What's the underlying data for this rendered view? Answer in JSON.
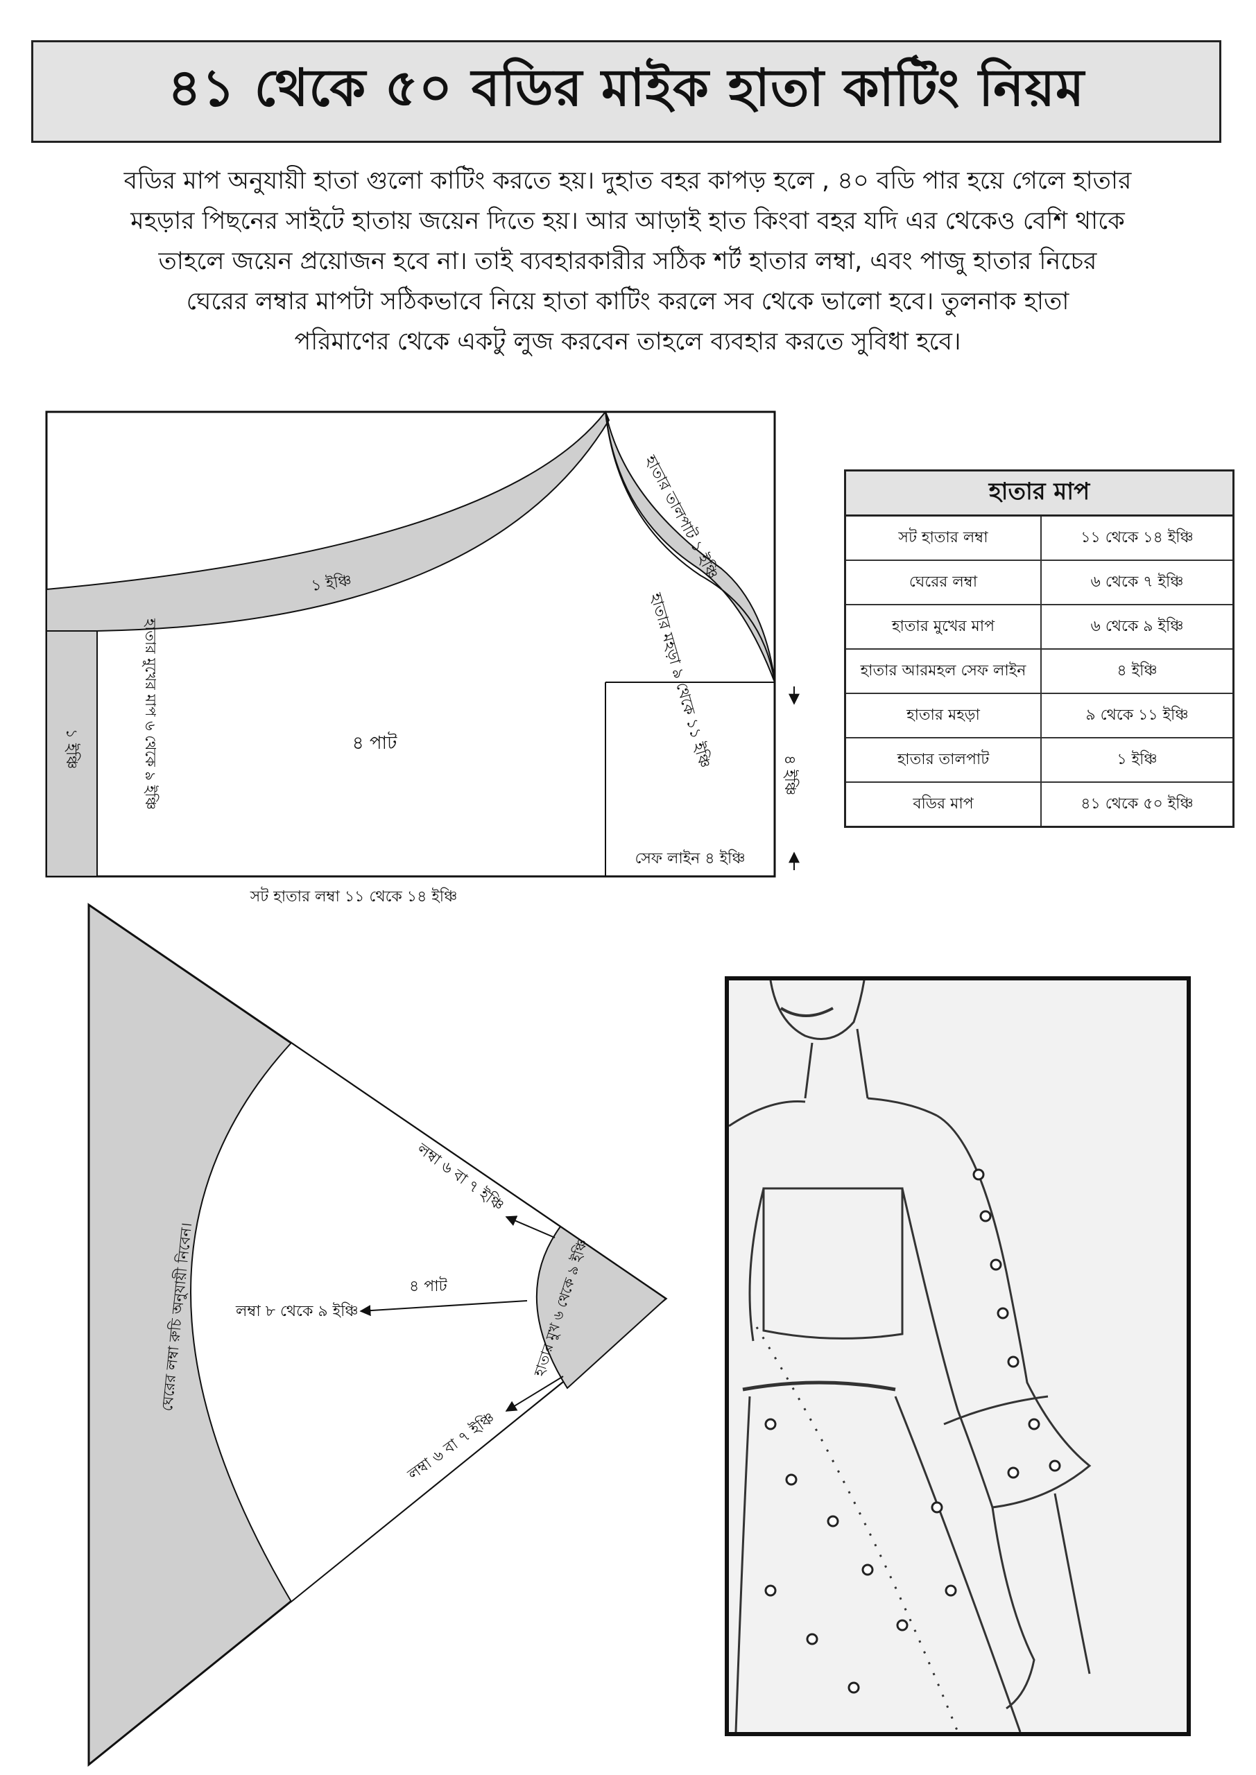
{
  "title": "৪১ থেকে ৫০ বডির মাইক হাতা কাটিং নিয়ম",
  "intro_lines": [
    "বডির মাপ অনুযায়ী হাতা গুলো কাটিং করতে হয়। দুহাত বহর কাপড় হলে , ৪০ বডি পার হয়ে গেলে হাতার",
    "মহড়ার পিছনের সাইটে হাতায় জয়েন দিতে হয়। আর আড়াই হাত কিংবা বহর যদি এর থেকেও বেশি থাকে",
    "তাহলে জয়েন প্রয়োজন হবে না। তাই ব্যবহারকারীর সঠিক শর্ট হাতার লম্বা, এবং পাজু হাতার নিচের",
    "ঘেরের লম্বার মাপটা সঠিকভাবে নিয়ে হাতা কাটিং করলে সব থেকে ভালো হবে। তুলনাক হাতা",
    "পরিমাণের থেকে একটু লুজ করবেন তাহলে ব্যবহার করতে সুবিধা হবে।"
  ],
  "sleeve_pattern": {
    "top_seam": "১ ইঞ্চি",
    "left_seam": "১ ইঞ্চি",
    "talpat": "হাতার তালপাট ১ ইঞ্চি",
    "mohora": "হাতার মহড়া ৯ থেকে ১১ ইঞ্চি",
    "mukh": "হাতার মুখের মাপ ৬ থেকে ৯ ইঞ্চি",
    "fold": "৪ পাট",
    "side": "৪ ইঞ্চি",
    "safe_line": "সেফ লাইন ৪ ইঞ্চি",
    "length_caption": "সট হাতার লম্বা ১১ থেকে ১৪ ইঞ্চি"
  },
  "flare_pattern": {
    "upper": "লম্বা ৬ বা ৭ ইঞ্চি",
    "fold": "৪ পাট",
    "middle": "লম্বা ৮ থেকে ৯ ইঞ্চি",
    "lower": "লম্বা ৬ বা ৭ ইঞ্চি",
    "mouth": "হাতার মুখ ৬ থেকে ৯ ইঞ্চি",
    "hem": "ঘেরের লম্বা রুচি অনুযায়ী নিবেন।"
  },
  "table": {
    "header": "হাতার মাপ",
    "rows": [
      {
        "label": "সট হাতার লম্বা",
        "value": "১১ থেকে ১৪ ইঞ্চি"
      },
      {
        "label": "ঘেরের লম্বা",
        "value": "৬ থেকে ৭ ইঞ্চি"
      },
      {
        "label": "হাতার মুখের মাপ",
        "value": "৬ থেকে ৯ ইঞ্চি"
      },
      {
        "label": "হাতার আরমহল সেফ লাইন",
        "value": "৪ ইঞ্চি"
      },
      {
        "label": "হাতার মহড়া",
        "value": "৯ থেকে ১১ ইঞ্চি"
      },
      {
        "label": "হাতার তালপাট",
        "value": "১ ইঞ্চি"
      },
      {
        "label": "বডির মাপ",
        "value": "৪১ থেকে ৫০ ইঞ্চি"
      }
    ]
  },
  "colors": {
    "seam_fill": "#cfcfcf",
    "header_fill": "#e3e3e3",
    "line": "#111111"
  },
  "figure": {
    "icon": "dress-sketch-illustration"
  }
}
